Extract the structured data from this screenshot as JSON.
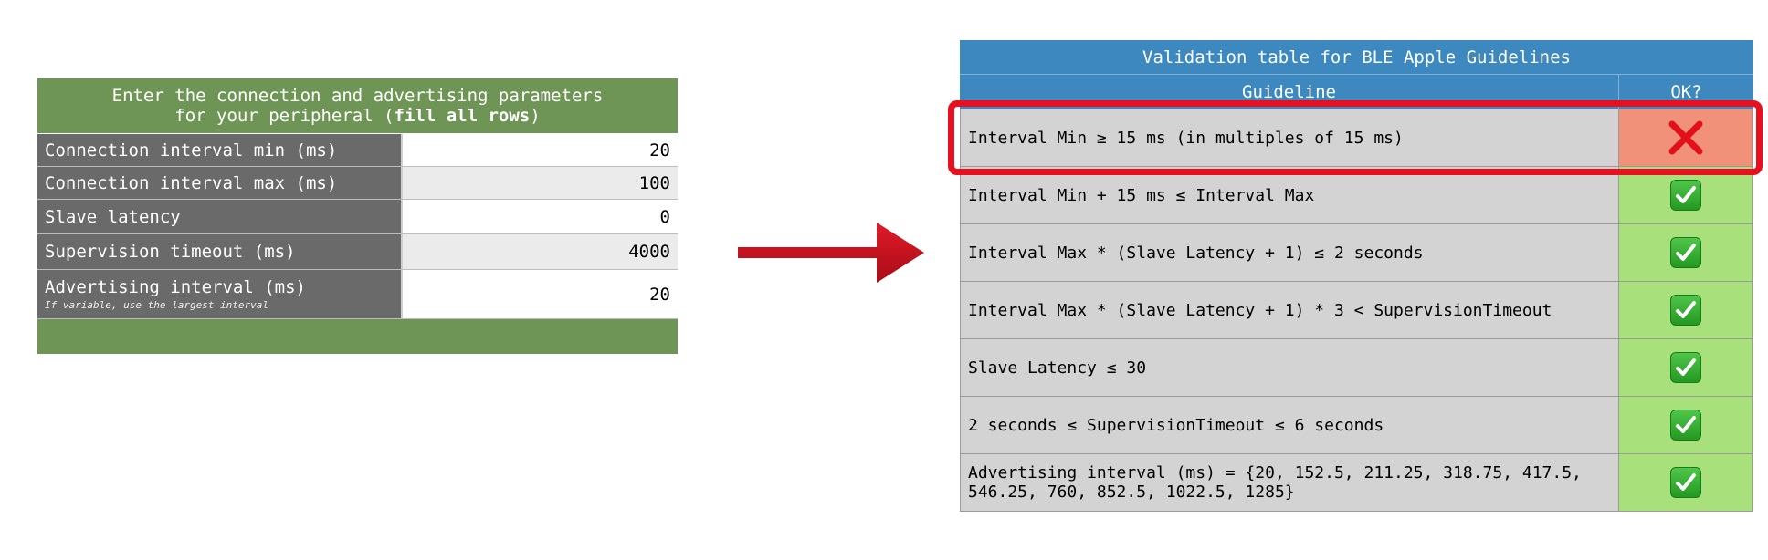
{
  "input_table": {
    "header_line1": "Enter the connection and advertising parameters",
    "header_line2_pre": "for your peripheral (",
    "header_line2_bold": "fill all rows",
    "header_line2_post": ")",
    "rows": [
      {
        "label": "Connection interval min (ms)",
        "value": "20"
      },
      {
        "label": "Connection interval max (ms)",
        "value": "100"
      },
      {
        "label": "Slave latency",
        "value": "0"
      },
      {
        "label": "Supervision timeout (ms)",
        "value": "4000"
      },
      {
        "label": "Advertising interval (ms)",
        "sublabel": "If variable, use the largest interval",
        "value": "20"
      }
    ]
  },
  "validation_table": {
    "title": "Validation table for BLE Apple Guidelines",
    "col_guideline": "Guideline",
    "col_ok": "OK?",
    "rows": [
      {
        "text": "Interval Min ≥ 15 ms (in multiples of 15 ms)",
        "status": "fail",
        "icon": "cross-icon"
      },
      {
        "text": "Interval Min + 15 ms ≤ Interval Max",
        "status": "pass",
        "icon": "check-icon"
      },
      {
        "text": "Interval Max * (Slave Latency + 1) ≤ 2 seconds",
        "status": "pass",
        "icon": "check-icon"
      },
      {
        "text": "Interval Max * (Slave Latency + 1) * 3 < SupervisionTimeout",
        "status": "pass",
        "icon": "check-icon"
      },
      {
        "text": "Slave Latency ≤ 30",
        "status": "pass",
        "icon": "check-icon"
      },
      {
        "text": "2 seconds ≤ SupervisionTimeout ≤ 6 seconds",
        "status": "pass",
        "icon": "check-icon"
      },
      {
        "text": "Advertising interval (ms) = {20, 152.5, 211.25, 318.75, 417.5, 546.25, 760, 852.5, 1022.5, 1285}",
        "status": "pass",
        "icon": "check-icon"
      }
    ]
  },
  "colors": {
    "input_header": "#6e9556",
    "input_label_bg": "#6a6a6a",
    "validation_header": "#3c88bf",
    "pass_bg": "#a8e07c",
    "fail_bg": "#f2917a",
    "highlight": "#e8101e",
    "arrow": "#c8101e"
  }
}
